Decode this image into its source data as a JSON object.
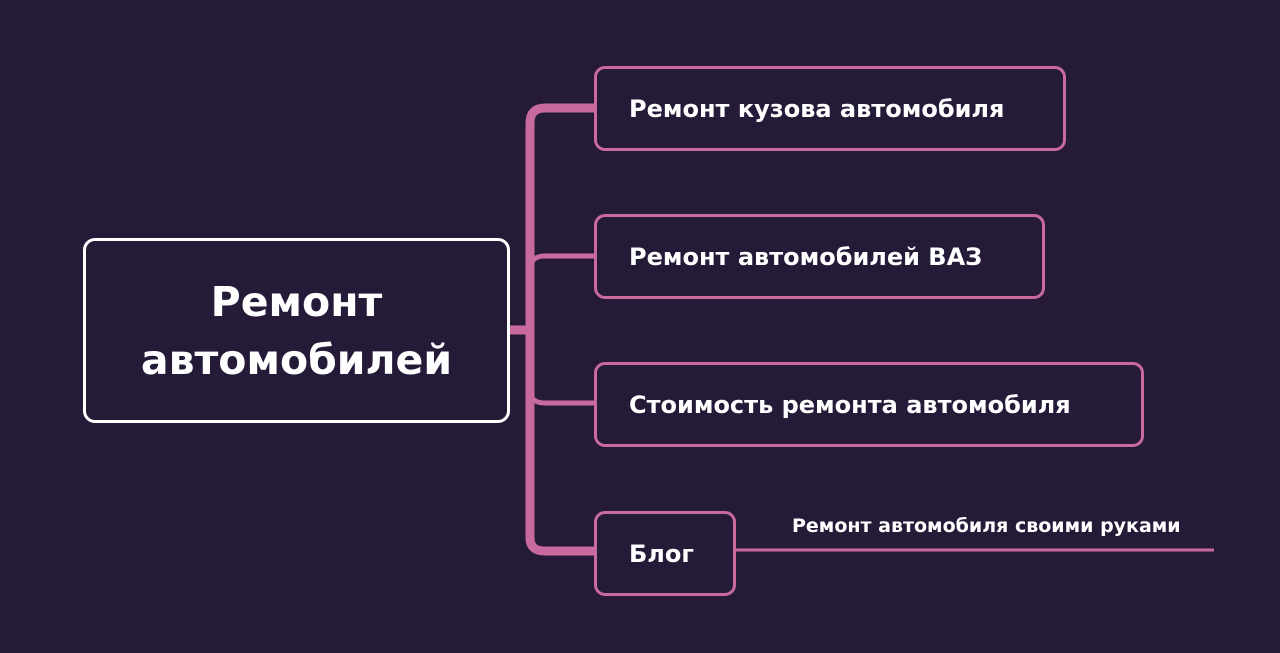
{
  "colors": {
    "background": "#251a38",
    "root_border": "#ffffff",
    "branch_border": "#c96a9e",
    "connector": "#c96a9e",
    "sub_connector": "#c96a9e",
    "text": "#ffffff"
  },
  "root": {
    "label": "Ремонт автомобилей"
  },
  "branches": [
    {
      "label": "Ремонт кузова автомобиля"
    },
    {
      "label": "Ремонт автомобилей ВАЗ"
    },
    {
      "label": "Стоимость ремонта автомобиля"
    },
    {
      "label": "Блог"
    }
  ],
  "sub_branch": {
    "label": "Ремонт автомобиля своими руками"
  }
}
